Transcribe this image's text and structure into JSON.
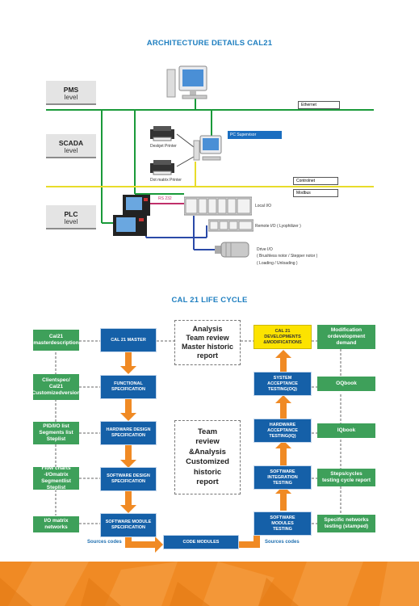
{
  "architecture": {
    "title": "ARCHITECTURE DETAILS CAL21",
    "levels": [
      {
        "name": "PMS",
        "sub": "level"
      },
      {
        "name": "SCADA",
        "sub": "level"
      },
      {
        "name": "PLC",
        "sub": "level"
      }
    ],
    "labels": {
      "ethernet": "Ethernet",
      "pc_supervisor": "PC Supervisor",
      "deskjet": "Deskjet Printer",
      "dot_matrix": "Dot matrix Printer",
      "controlnet": "Controlnet",
      "modbus": "Modbus",
      "rs232": "RS 232",
      "local_io": "Local I/O",
      "remote_io": "Remote I/O   ( Lyophilizer )",
      "drive_io_1": "Drive I/O",
      "drive_io_2": "( Brushless notor / Stepper notor )",
      "drive_io_3": "( Loading / Unloading )"
    },
    "colors": {
      "ethernet": "#1a9a3a",
      "controlnet": "#e8dc2a",
      "rs232": "#c0306a",
      "drive": "#2a4aa8"
    }
  },
  "lifecycle": {
    "title": "CAL 21 LIFE CYCLE",
    "left_docs": [
      "Cal21\nmasterdescription",
      "Clientspec/\nCal21\nCustomizedversion",
      "PID/I/O list\nSegments list\nSteplist",
      "Flow charts\n-I/Omatrix\nSegmentlist Steplist",
      "I/O matrix\nnetworks"
    ],
    "left_phases": [
      "CAL 21 MASTER",
      "FUNCTIONAL\nSPECIFICATION",
      "HARDWARE DESIGN\nSPECIFICATION",
      "SOFTWARE DESIGN\nSPECIFICATION",
      "SOFTWARE MODULE\nSPECIFICATION"
    ],
    "right_phases": [
      "CAL 21\nDEVELOPMENTS\n&MODIFICATIONS",
      "SYSTEM\nACCEPTANCE\nTESTING(OQ)",
      "HARDWARE\nACCEPTANCE\nTESTING(IQ)",
      "SOFTWARE\nINTEGRATION\nTESTING",
      "SOFTWARE\nMODULES\nTESTING"
    ],
    "right_docs": [
      "Modification\nordevelopment\ndemand",
      "OQbook",
      "IQbook",
      "Steps/cycles\ntesting cycle report",
      "Specific networks\ntesting (stamped)"
    ],
    "center_top": "Analysis\nTeam review\nMaster historic\nreport",
    "center_mid": "Team\nreview\n&Analysis\nCustomized\nhistoric\nreport",
    "code_modules": "CODE MODULES",
    "sources_left": "Sources codes",
    "sources_right": "Sources codes",
    "colors": {
      "doc": "#3ea05a",
      "phase": "#1560a8",
      "dev": "#fce300",
      "arrow": "#f08a24"
    }
  }
}
